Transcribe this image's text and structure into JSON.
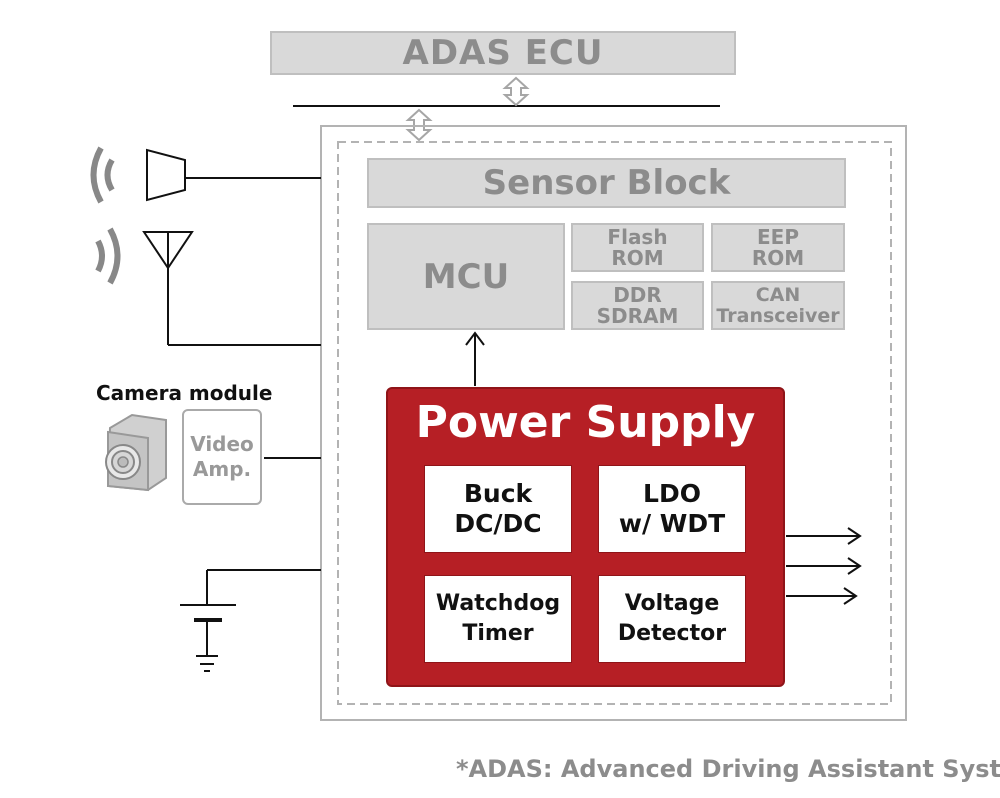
{
  "ecu_label": "ADAS ECU",
  "sensor_label": "Sensor Block",
  "mcu_label": "MCU",
  "memory": {
    "flash": "Flash\nROM",
    "eep": "EEP\nROM",
    "ddr": "DDR\nSDRAM",
    "can": "CAN\nTransceiver"
  },
  "power": {
    "title": "Power Supply",
    "buck": "Buck\nDC/DC",
    "ldo": "LDO\nw/ WDT",
    "watchdog": "Watchdog\nTimer",
    "voltage": "Voltage\nDetector"
  },
  "camera": {
    "label": "Camera module",
    "amp": "Video\nAmp."
  },
  "footnote": "*ADAS: Advanced Driving Assistant System",
  "colors": {
    "power_red": "#b61f25",
    "block_grey": "#d9d9d9",
    "text_grey": "#8c8c8c"
  },
  "icons": [
    "speaker-icon",
    "sound-wave-icon",
    "antenna-icon",
    "camera-icon",
    "battery-ground-icon",
    "bidirectional-arrow-icon"
  ]
}
